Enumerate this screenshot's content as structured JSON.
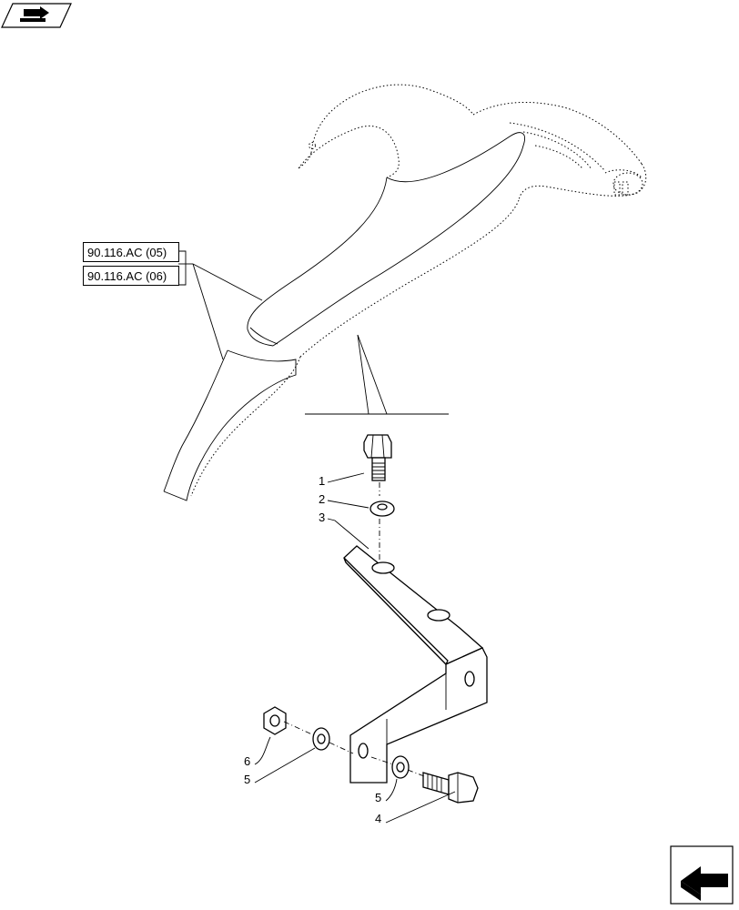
{
  "references": [
    {
      "id": "ref-1",
      "text": "90.116.AC (05)"
    },
    {
      "id": "ref-2",
      "text": "90.116.AC (06)"
    }
  ],
  "callouts": [
    {
      "id": "c1",
      "text": "1"
    },
    {
      "id": "c2",
      "text": "2"
    },
    {
      "id": "c3",
      "text": "3"
    },
    {
      "id": "c4",
      "text": "4"
    },
    {
      "id": "c5a",
      "text": "5"
    },
    {
      "id": "c5b",
      "text": "5"
    },
    {
      "id": "c6",
      "text": "6"
    }
  ],
  "icons": {
    "top_left": "book-arrow-icon",
    "bottom_right": "next-page-arrow-icon"
  }
}
